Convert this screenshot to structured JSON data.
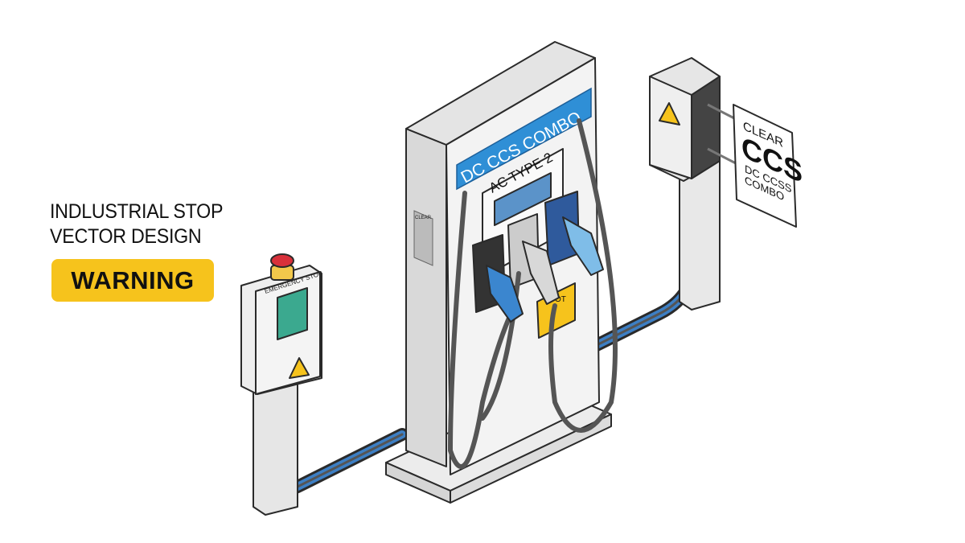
{
  "heading": {
    "line1": "INDLUSTRIAL STOP",
    "line2": "VECTOR DESIGN"
  },
  "badge": {
    "label": "WARNING",
    "color": "#F6C31C"
  },
  "charger": {
    "top_banner": "DC CCS COMBO",
    "screen_label": "AC TYPE 2",
    "banner_color": "#2F8FD6",
    "side_label": "CLEAR",
    "warning_plate": "OT"
  },
  "emergency_box": {
    "label": "EMERGENCY STOP",
    "screen_color": "#3BA98F",
    "button_color": "#D8303A"
  },
  "sign": {
    "line1": "CLEAR",
    "line2": "CCS",
    "line3": "DC CCSS",
    "line4": "COMBO"
  },
  "icons": [
    "warning-triangle-icon",
    "emergency-stop-button",
    "charging-connector"
  ]
}
